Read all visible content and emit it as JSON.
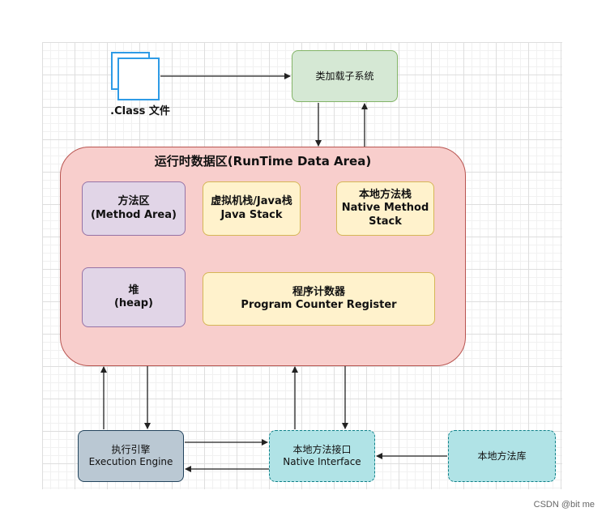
{
  "class_file": {
    "label": ".Class 文件"
  },
  "class_loader": {
    "label": "类加载子系统"
  },
  "runtime_area": {
    "title": "运行时数据区(RunTime Data Area)",
    "method_area": {
      "line1": "方法区",
      "line2": "(Method Area)"
    },
    "java_stack": {
      "line1": "虚拟机栈/Java栈",
      "line2": "Java Stack"
    },
    "native_stack": {
      "line1": "本地方法栈",
      "line2": "Native Method",
      "line3": "Stack"
    },
    "heap": {
      "line1": "堆",
      "line2": "(heap)"
    },
    "pc_register": {
      "line1": "程序计数器",
      "line2": "Program Counter Register"
    }
  },
  "execution_engine": {
    "line1": "执行引擎",
    "line2": "Execution Engine"
  },
  "native_interface": {
    "line1": "本地方法接口",
    "line2": "Native Interface"
  },
  "native_library": {
    "label": "本地方法库"
  },
  "watermark": "CSDN @bit me",
  "colors": {
    "loader_fill": "#d5e8d4",
    "runtime_fill": "#f8cecc",
    "purple_fill": "#e1d5e7",
    "yellow_fill": "#fff2cc",
    "engine_fill": "#bac8d3",
    "native_fill": "#b0e3e6",
    "file_icon": "#2e9be6"
  }
}
